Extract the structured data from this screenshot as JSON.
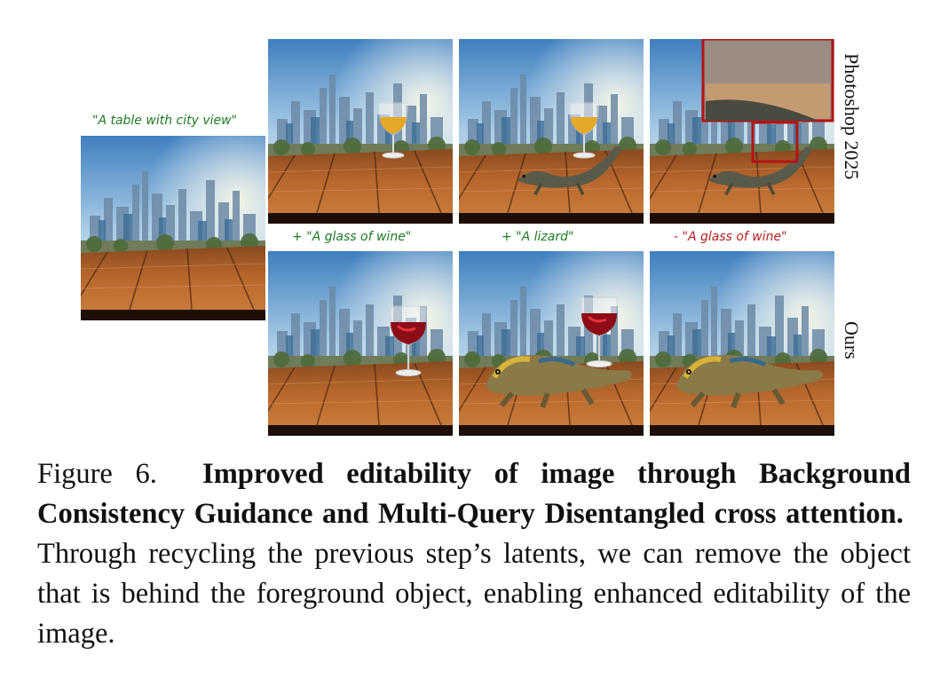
{
  "figure": {
    "input_prompt": "\"A table with city view\"",
    "edit_prompts": [
      {
        "text": "+ \"A glass of wine\"",
        "color": "#1d7a23"
      },
      {
        "text": "+ \"A lizard\"",
        "color": "#1d7a23"
      },
      {
        "text": "- \"A glass of wine\"",
        "color": "#b51d1d"
      }
    ],
    "row_labels": {
      "top": "Photoshop 2025",
      "bottom": "Ours"
    }
  },
  "caption": {
    "label": "Figure 6.",
    "bold_text": "Improved editability of image through Background Consistency Guidance and Multi-Query Disentangled cross attention.",
    "body_text": "Through recycling the previous step’s latents, we can remove the object that is behind the foreground object, enabling enhanced editability of the image."
  }
}
